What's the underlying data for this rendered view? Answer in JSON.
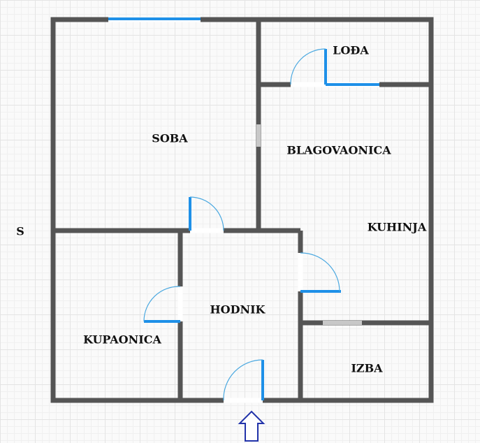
{
  "rooms": {
    "soba": "SOBA",
    "loda": "LOĐA",
    "blagovaonica": "BLAGOVAONICA",
    "kuhinja": "KUHINJA",
    "hodnik": "HODNIK",
    "kupaonica": "KUPAONICA",
    "izba": "IZBA"
  },
  "compass": "S",
  "colors": {
    "wall": "#555555",
    "window": "#1e90e8",
    "arrow": "#2233aa"
  },
  "icons": {
    "entrance": "entrance-arrow-icon"
  }
}
